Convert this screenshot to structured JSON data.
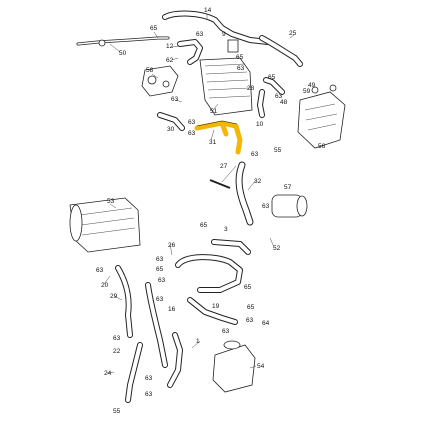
{
  "highlight_color": "#f2b705",
  "labels": {
    "l14": "14",
    "l65a": "65",
    "l63a": "63",
    "l9": "9",
    "l25": "25",
    "l50": "50",
    "l12": "12",
    "l62": "62",
    "l65b": "65",
    "l58": "58",
    "l63b": "63",
    "l65c": "65",
    "l28": "28",
    "l63c": "63",
    "l59": "59",
    "l49": "49",
    "l48": "48",
    "l63d": "63",
    "l51": "51",
    "l63e": "63",
    "l30": "30",
    "l63f": "63",
    "l10": "10",
    "l56": "56",
    "l31": "31",
    "l63g": "63",
    "l55": "55",
    "l27": "27",
    "l32": "32",
    "l53": "53",
    "l65d": "65",
    "l3": "3",
    "l57": "57",
    "l63h": "63",
    "l52": "52",
    "l26": "26",
    "l63i": "63",
    "l65e": "65",
    "l20": "20",
    "l63j": "63",
    "l63k": "63",
    "l65f": "65",
    "l29": "29",
    "l19": "19",
    "l63l": "63",
    "l16": "16",
    "l65g": "65",
    "l63m": "63",
    "l64": "64",
    "l63n": "63",
    "l1": "1",
    "l63o": "63",
    "l22": "22",
    "l54": "54",
    "l24": "24",
    "l63p": "63",
    "l63q": "63",
    "l55b": "55"
  }
}
